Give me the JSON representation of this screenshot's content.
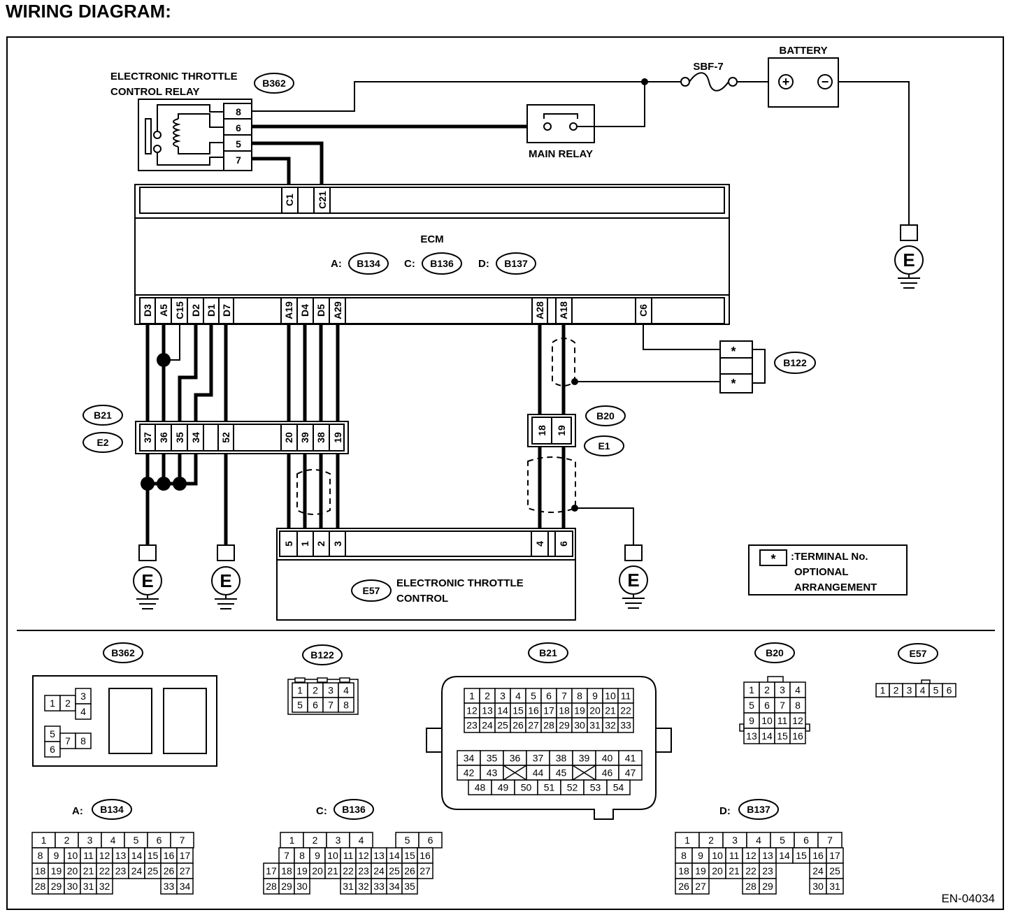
{
  "title": "WIRING DIAGRAM:",
  "doc_id": "EN-04034",
  "components": {
    "relay_name_1": "ELECTRONIC THROTTLE",
    "relay_name_2": "CONTROL RELAY",
    "relay_conn": "B362",
    "relay_pins": [
      "8",
      "6",
      "5",
      "7"
    ],
    "fuse": "SBF-7",
    "battery": "BATTERY",
    "battery_pos": "+",
    "battery_neg": "−",
    "main_relay": "MAIN RELAY",
    "ecm_name": "ECM",
    "ecm_a_prefix": "A:",
    "ecm_a": "B134",
    "ecm_c_prefix": "C:",
    "ecm_c": "B136",
    "ecm_d_prefix": "D:",
    "ecm_d": "B137",
    "ecm_top_pins": [
      "C1",
      "C21"
    ],
    "ecm_bottom_pins": [
      "D3",
      "A5",
      "C15",
      "D2",
      "D1",
      "D7",
      "A19",
      "D4",
      "D5",
      "A29",
      "A28",
      "A18",
      "C6"
    ],
    "b122": "B122",
    "b122_star": "*",
    "b21": "B21",
    "e2": "E2",
    "b21_pins": [
      "37",
      "36",
      "35",
      "34",
      "52",
      "20",
      "39",
      "38",
      "19"
    ],
    "b20": "B20",
    "e1": "E1",
    "b20_pins": [
      "18",
      "19"
    ],
    "etc_name_1": "ELECTRONIC THROTTLE",
    "etc_name_2": "CONTROL",
    "etc_conn": "E57",
    "etc_pins": [
      "5",
      "1",
      "2",
      "3",
      "4",
      "6"
    ],
    "ground": "E"
  },
  "legend": {
    "star": "*",
    "line1": ":TERMINAL No.",
    "line2": "OPTIONAL",
    "line3": "ARRANGEMENT"
  },
  "connector_views": {
    "b362": {
      "label": "B362",
      "pins": [
        "1",
        "2",
        "3",
        "4",
        "5",
        "6",
        "7",
        "8"
      ]
    },
    "b122": {
      "label": "B122",
      "rows": [
        [
          "1",
          "2",
          "3",
          "4"
        ],
        [
          "5",
          "6",
          "7",
          "8"
        ]
      ]
    },
    "b21": {
      "label": "B21",
      "rows": [
        [
          "1",
          "2",
          "3",
          "4",
          "5",
          "6",
          "7",
          "8",
          "9",
          "10",
          "11"
        ],
        [
          "12",
          "13",
          "14",
          "15",
          "16",
          "17",
          "18",
          "19",
          "20",
          "21",
          "22"
        ],
        [
          "23",
          "24",
          "25",
          "26",
          "27",
          "28",
          "29",
          "30",
          "31",
          "32",
          "33"
        ],
        [
          "34",
          "35",
          "36",
          "37",
          "38",
          "39",
          "40",
          "41"
        ],
        [
          "42",
          "43",
          "",
          "44",
          "45",
          "",
          "46",
          "47"
        ],
        [
          "48",
          "49",
          "50",
          "51",
          "52",
          "53",
          "54"
        ]
      ]
    },
    "b20": {
      "label": "B20",
      "rows": [
        [
          "1",
          "2",
          "3",
          "4"
        ],
        [
          "5",
          "6",
          "7",
          "8"
        ],
        [
          "9",
          "10",
          "11",
          "12"
        ],
        [
          "13",
          "14",
          "15",
          "16"
        ]
      ]
    },
    "e57": {
      "label": "E57",
      "rows": [
        [
          "1",
          "2",
          "3",
          "4",
          "5",
          "6"
        ]
      ]
    },
    "b134": {
      "prefix": "A:",
      "label": "B134",
      "rows": [
        [
          "1",
          "2",
          "3",
          "4",
          "5",
          "6",
          "7"
        ],
        [
          "8",
          "9",
          "10",
          "11",
          "12",
          "13",
          "14",
          "15",
          "16",
          "17"
        ],
        [
          "18",
          "19",
          "20",
          "21",
          "22",
          "23",
          "24",
          "25",
          "26",
          "27"
        ],
        [
          "28",
          "29",
          "30",
          "31",
          "32",
          "",
          "",
          "",
          "33",
          "34"
        ]
      ]
    },
    "b136": {
      "prefix": "C:",
      "label": "B136",
      "rows": [
        [
          "",
          "1",
          "2",
          "3",
          "4",
          "",
          "5",
          "6"
        ],
        [
          "",
          "7",
          "8",
          "9",
          "10",
          "11",
          "12",
          "13",
          "14",
          "15",
          "16"
        ],
        [
          "17",
          "18",
          "19",
          "20",
          "21",
          "22",
          "23",
          "24",
          "25",
          "26",
          "27"
        ],
        [
          "28",
          "29",
          "30",
          "",
          "",
          "31",
          "32",
          "33",
          "34",
          "35"
        ]
      ]
    },
    "b137": {
      "prefix": "D:",
      "label": "B137",
      "rows": [
        [
          "1",
          "2",
          "3",
          "4",
          "5",
          "6",
          "7"
        ],
        [
          "8",
          "9",
          "10",
          "11",
          "12",
          "13",
          "14",
          "15",
          "16",
          "17"
        ],
        [
          "18",
          "19",
          "20",
          "21",
          "22",
          "23",
          "",
          "",
          "24",
          "25"
        ],
        [
          "26",
          "27",
          "",
          "",
          "28",
          "29",
          "",
          "",
          "30",
          "31"
        ]
      ]
    }
  }
}
